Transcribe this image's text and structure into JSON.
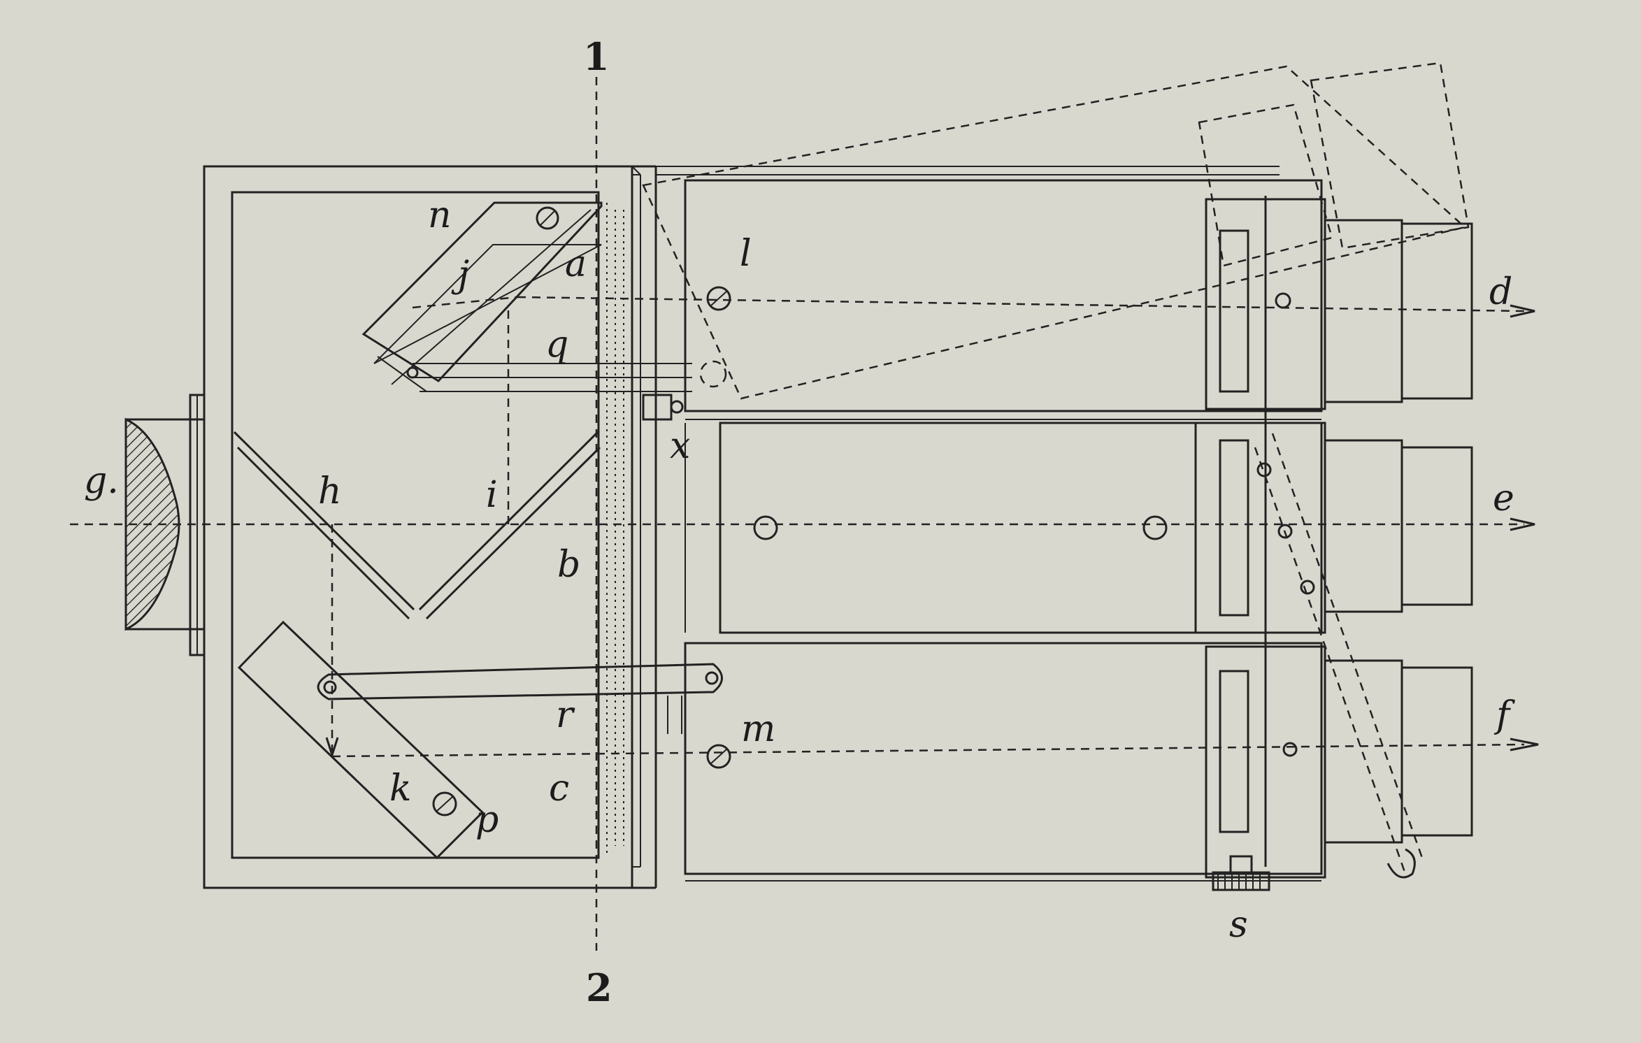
{
  "labels": {
    "section_top": "1",
    "section_bottom": "2",
    "n": "n",
    "j": "j",
    "a": "a",
    "q": "q",
    "l": "l",
    "d": "d",
    "g": "g.",
    "h": "h",
    "i": "i",
    "b": "b",
    "x": "x",
    "e": "e",
    "r": "r",
    "m": "m",
    "f": "f",
    "k": "k",
    "p": "p",
    "c": "c",
    "s": "s"
  },
  "colors": {
    "ink": "#222222",
    "paper": "#d9d8cf",
    "hatch": "#333333"
  }
}
